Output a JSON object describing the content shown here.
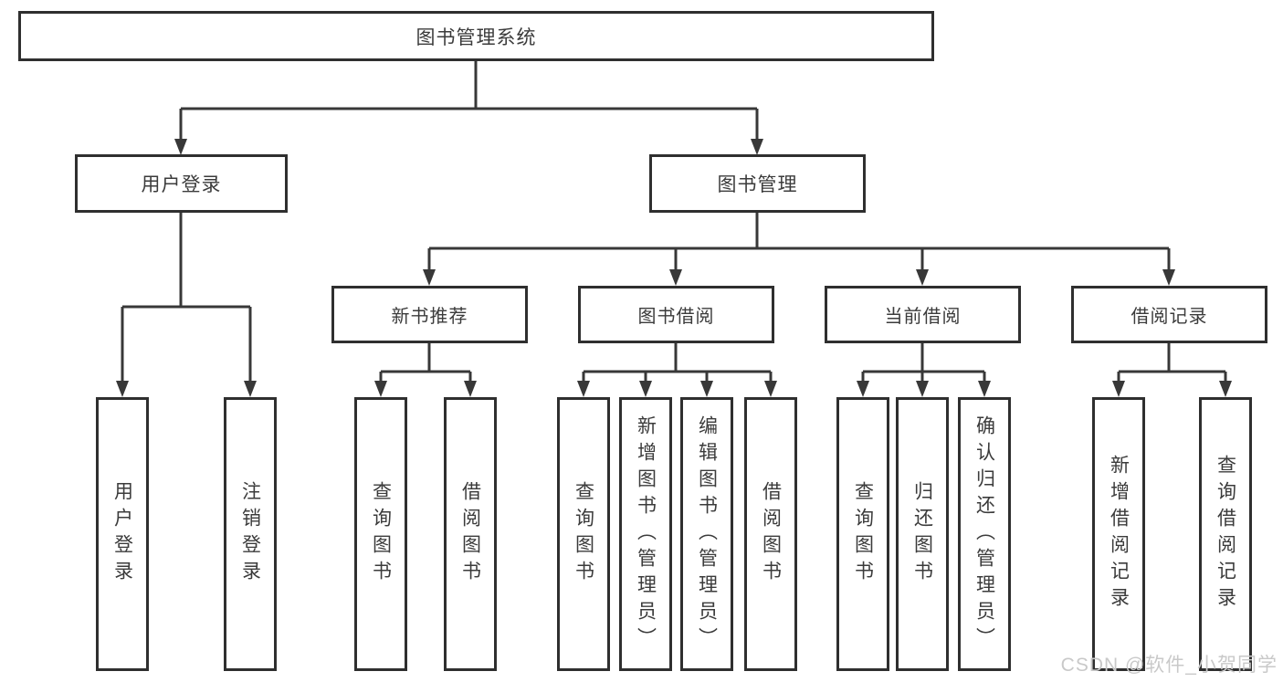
{
  "diagram": {
    "root": {
      "label": "图书管理系统"
    },
    "branches": [
      {
        "label": "用户登录",
        "children": [
          {
            "label": "用户登录"
          },
          {
            "label": "注销登录"
          }
        ]
      },
      {
        "label": "图书管理",
        "groups": [
          {
            "label": "新书推荐",
            "children": [
              {
                "label": "查询图书"
              },
              {
                "label": "借阅图书"
              }
            ]
          },
          {
            "label": "图书借阅",
            "children": [
              {
                "label": "查询图书"
              },
              {
                "label": "新增图书（管理员）"
              },
              {
                "label": "编辑图书（管理员）"
              },
              {
                "label": "借阅图书"
              }
            ]
          },
          {
            "label": "当前借阅",
            "children": [
              {
                "label": "查询图书"
              },
              {
                "label": "归还图书"
              },
              {
                "label": "确认归还（管理员）"
              }
            ]
          },
          {
            "label": "借阅记录",
            "children": [
              {
                "label": "新增借阅记录"
              },
              {
                "label": "查询借阅记录"
              }
            ]
          }
        ]
      }
    ]
  },
  "watermark": {
    "text": "CSDN @软件_小贺同学"
  },
  "colors": {
    "line": "#383838",
    "box_border": "#2f2f2f",
    "text": "#3b3b3b",
    "background": "#ffffff",
    "watermark": "#c9c9c9"
  }
}
